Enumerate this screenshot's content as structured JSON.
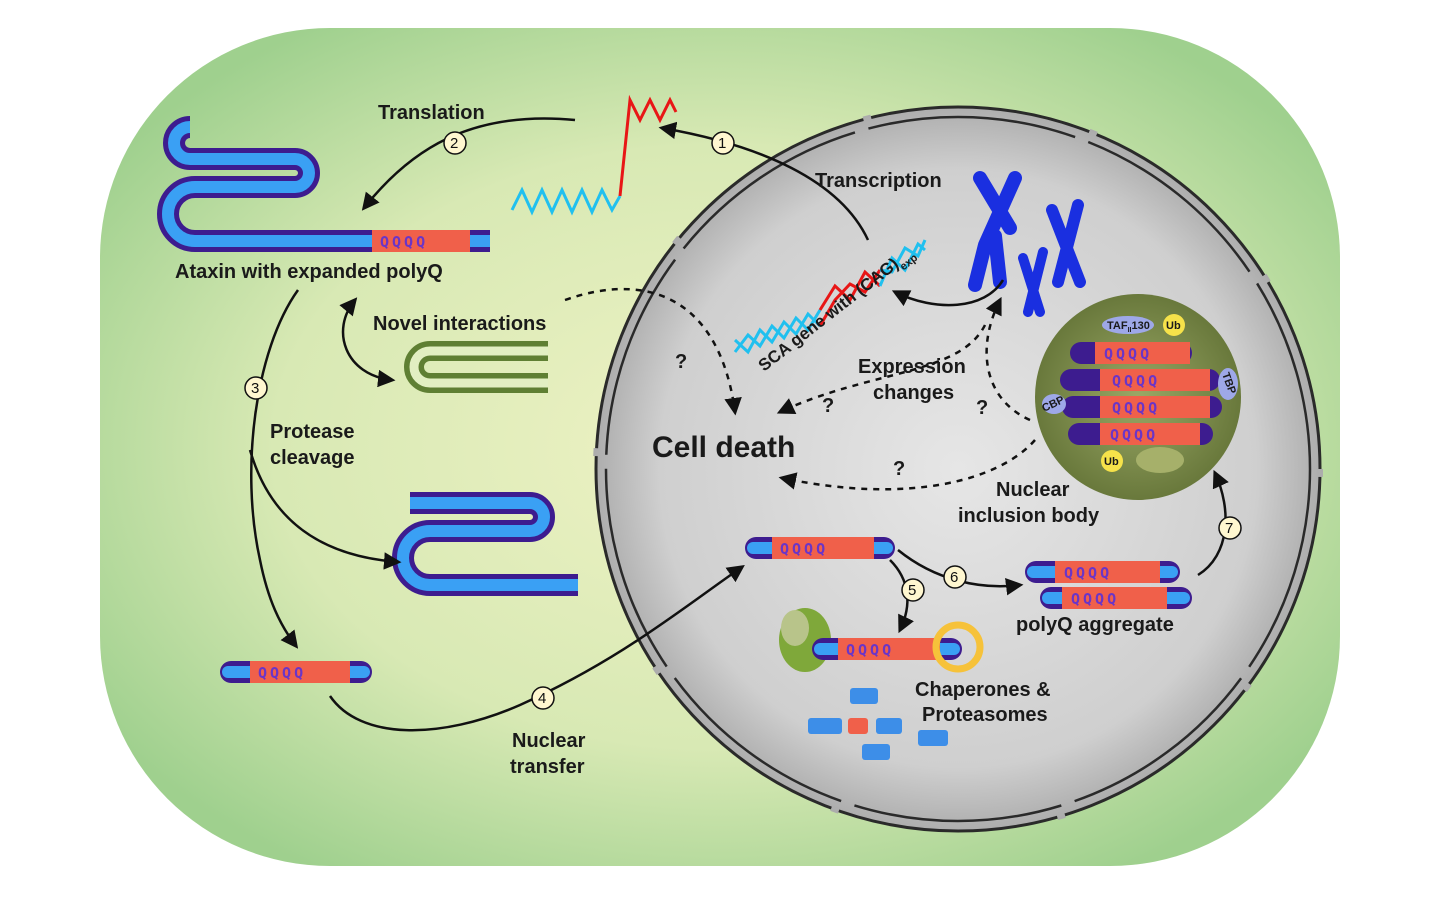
{
  "labels": {
    "translation": "Translation",
    "transcription": "Transcription",
    "ataxin": "Ataxin with expanded polyQ",
    "novel_interactions": "Novel interactions",
    "protease_1": "Protease",
    "protease_2": "cleavage",
    "cell_death": "Cell death",
    "expression_1": "Expression",
    "expression_2": "changes",
    "nuclear_inclusion_1": "Nuclear",
    "nuclear_inclusion_2": "inclusion body",
    "polyq_aggregate": "polyQ aggregate",
    "chaperones_1": "Chaperones &",
    "chaperones_2": "Proteasomes",
    "nuclear_transfer_1": "Nuclear",
    "nuclear_transfer_2": "transfer",
    "sca_gene": "SCA gene with (CAG)",
    "sca_gene_sub": "exp",
    "question": "?"
  },
  "steps": [
    "1",
    "2",
    "3",
    "4",
    "5",
    "6",
    "7"
  ],
  "polyq": "QQQQ",
  "q": "Q",
  "proteins": {
    "taf": "TAF",
    "taf_sub": "II",
    "taf_num": "130",
    "ub": "Ub",
    "tbp": "TBP",
    "cbp": "CBP"
  },
  "colors": {
    "cell_bg": "#cfe6b0",
    "nucleus": "#d2d2d2",
    "chromosome": "#1a2fe0",
    "mrna_blue": "#20c0ef",
    "mrna_red": "#e81616",
    "inclusion_body": "#7a8a4a"
  }
}
